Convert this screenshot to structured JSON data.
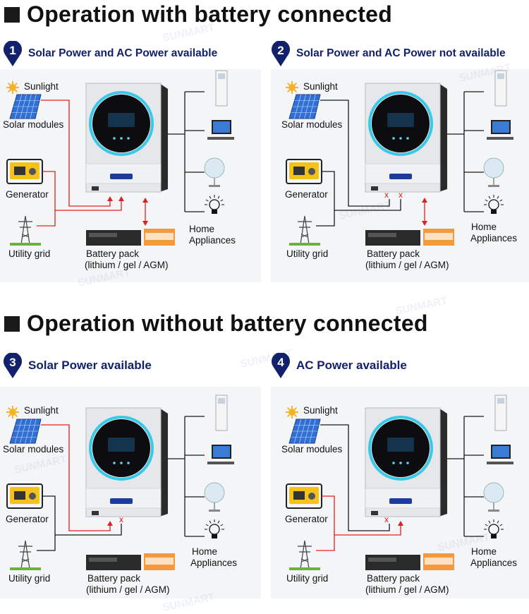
{
  "sections": [
    {
      "title": "Operation with battery connected"
    },
    {
      "title": "Operation without battery connected"
    }
  ],
  "brand": "SUNMART",
  "panels": [
    {
      "number": "1",
      "title": "Solar Power and AC Power available",
      "grid_to_inverter": "connected",
      "battery": "connected"
    },
    {
      "number": "2",
      "title": "Solar Power and AC Power not available",
      "grid_to_inverter": "blocked",
      "battery": "connected"
    },
    {
      "number": "3",
      "title": "Solar Power available",
      "grid_to_inverter": "blocked",
      "battery": "not connected"
    },
    {
      "number": "4",
      "title": "AC Power available",
      "grid_to_inverter": "connected",
      "battery": "not connected"
    }
  ],
  "labels": {
    "sunlight": "Sunlight",
    "solar_modules": "Solar modules",
    "generator": "Generator",
    "utility_grid": "Utility grid",
    "battery_pack": "Battery pack",
    "battery_types": "(lithium / gel / AGM)",
    "home": "Home",
    "appliances": "Appliances"
  },
  "blocked_mark": "x",
  "colors": {
    "active_line": "#e02020",
    "inactive_line": "#1a1a1a",
    "badge": "#12216b",
    "ring": "#39c9e8",
    "panel_bg": "#f4f5f7"
  }
}
